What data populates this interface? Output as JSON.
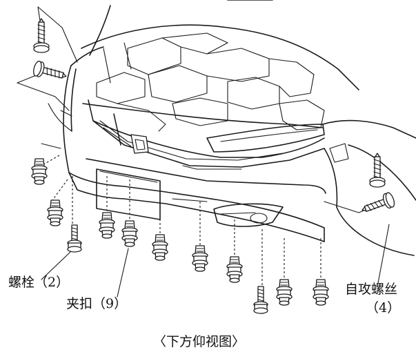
{
  "labels": {
    "bolt": "螺栓（2）",
    "clip": "夹扣（9）",
    "screw_line1": "自攻螺丝",
    "screw_line2": "（4）",
    "view": "〈下方仰视图〉"
  },
  "fasteners": {
    "bolt_count": 2,
    "clip_count": 9,
    "screw_count": 4
  }
}
